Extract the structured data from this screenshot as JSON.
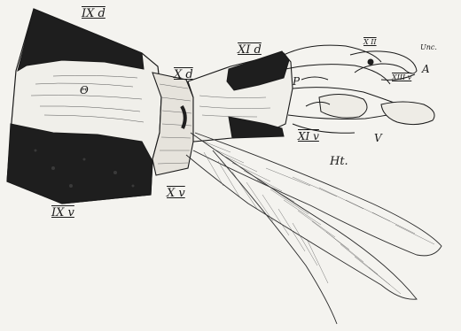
{
  "labels": {
    "ix_d": "IX d",
    "ix_v": "IX v",
    "x_d": "X d",
    "x_v": "X v",
    "xi_d": "XI d",
    "xi_v": "XI v",
    "x_ii": "X II",
    "xiii_v": "XIII v",
    "unc": "Unc.",
    "a": "A",
    "p": "P",
    "v": "V",
    "ht": "Ht.",
    "theta": "Θ"
  },
  "colors": {
    "ink": "#1a1a1a",
    "paper": "#f4f3ef",
    "dark_pigment": "#1e1e1e",
    "grey_shading": "#cfcbc4"
  }
}
